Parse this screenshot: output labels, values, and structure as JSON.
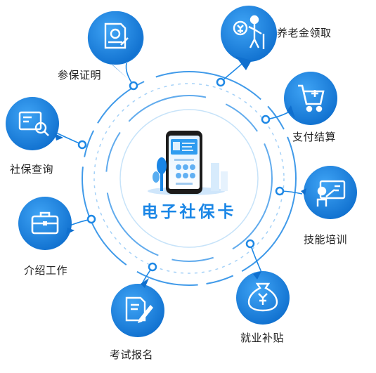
{
  "center": {
    "title": "电子社保卡"
  },
  "nodes": [
    {
      "id": "social-security-certificate",
      "label": "参保证明",
      "icon": "document-seal-icon"
    },
    {
      "id": "pension-claim",
      "label": "养老金领取",
      "icon": "elderly-yen-icon"
    },
    {
      "id": "payment-settlement",
      "label": "支付结算",
      "icon": "medical-cart-icon"
    },
    {
      "id": "skills-training",
      "label": "技能培训",
      "icon": "teacher-board-icon"
    },
    {
      "id": "employment-subsidy",
      "label": "就业补贴",
      "icon": "money-bag-yen-icon"
    },
    {
      "id": "exam-registration",
      "label": "考试报名",
      "icon": "document-pen-icon"
    },
    {
      "id": "job-referral",
      "label": "介绍工作",
      "icon": "briefcase-icon"
    },
    {
      "id": "social-security-query",
      "label": "社保查询",
      "icon": "search-card-icon"
    }
  ],
  "colors": {
    "primary": "#1a86e6",
    "primary_dark": "#0f6fce",
    "ring": "#1e88e5",
    "text": "#222222"
  }
}
